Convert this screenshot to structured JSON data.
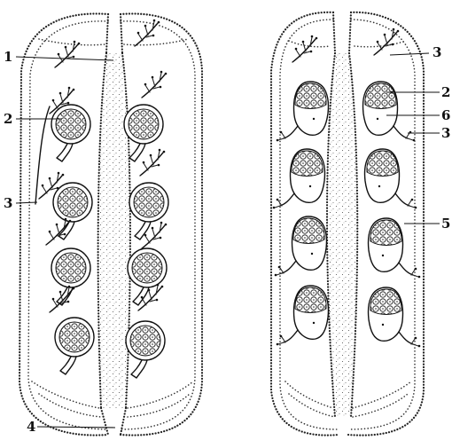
{
  "figure": {
    "labels": {
      "left_1": "1",
      "left_2": "2",
      "left_3": "3",
      "left_4": "4",
      "right_3_top": "3",
      "right_2": "2",
      "right_6": "6",
      "right_3_mid": "3",
      "right_5": "5"
    }
  }
}
